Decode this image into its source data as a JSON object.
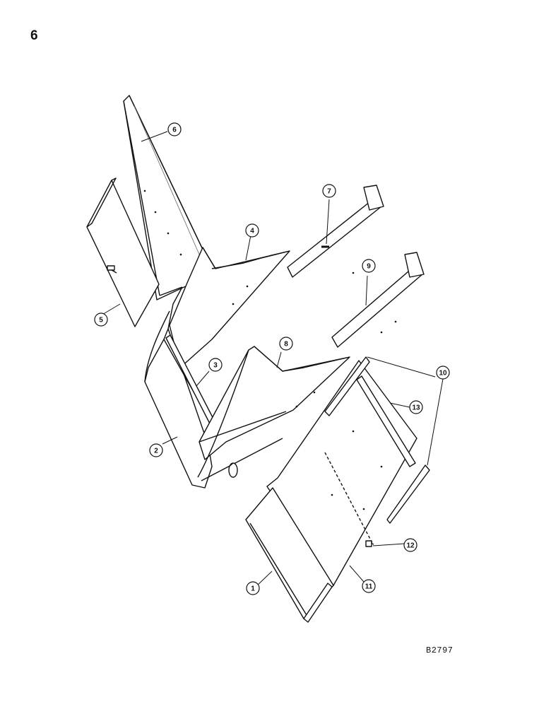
{
  "page_number": "6",
  "drawing_code": "B2797",
  "callouts": [
    "1",
    "2",
    "3",
    "4",
    "5",
    "6",
    "7",
    "8",
    "9",
    "10",
    "11",
    "12",
    "13"
  ],
  "colors": {
    "ink": "#111111",
    "paper": "#ffffff",
    "shade": "#d8d8d8"
  }
}
